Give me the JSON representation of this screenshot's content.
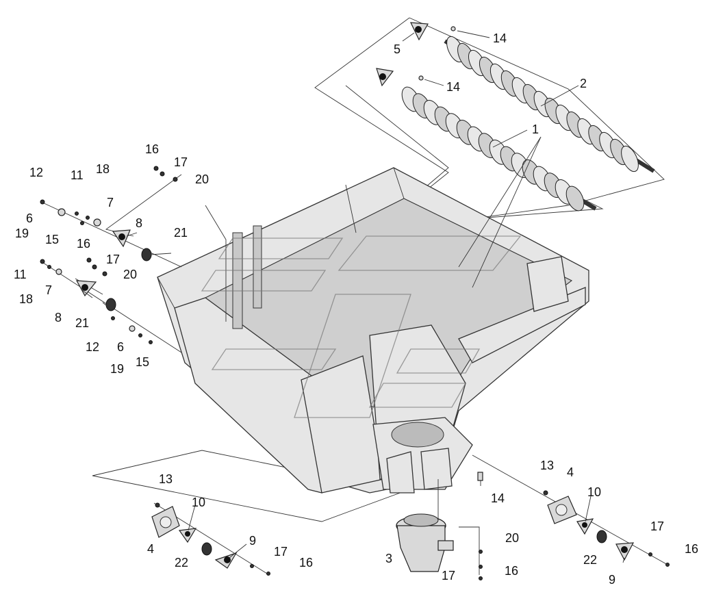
{
  "callouts": {
    "c1": "1",
    "c2": "2",
    "c3": "3",
    "c4a": "4",
    "c4b": "4",
    "c5": "5",
    "c6a": "6",
    "c6b": "6",
    "c7a": "7",
    "c7b": "7",
    "c8a": "8",
    "c8b": "8",
    "c9a": "9",
    "c9b": "9",
    "c10a": "10",
    "c10b": "10",
    "c11a": "11",
    "c11b": "11",
    "c12a": "12",
    "c12b": "12",
    "c13a": "13",
    "c13b": "13",
    "c14a": "14",
    "c14b": "14",
    "c14c": "14",
    "c15a": "15",
    "c15b": "15",
    "c16a": "16",
    "c16b": "16",
    "c16c": "16",
    "c16d": "16",
    "c16e": "16",
    "c17a": "17",
    "c17b": "17",
    "c17c": "17",
    "c17d": "17",
    "c17e": "17",
    "c18a": "18",
    "c18b": "18",
    "c19a": "19",
    "c19b": "19",
    "c20a": "20",
    "c20b": "20",
    "c20c": "20",
    "c21a": "21",
    "c21b": "21",
    "c22a": "22",
    "c22b": "22"
  },
  "colors": {
    "line": "#333333",
    "part_fill": "#d9d9d9",
    "background": "#ffffff"
  }
}
